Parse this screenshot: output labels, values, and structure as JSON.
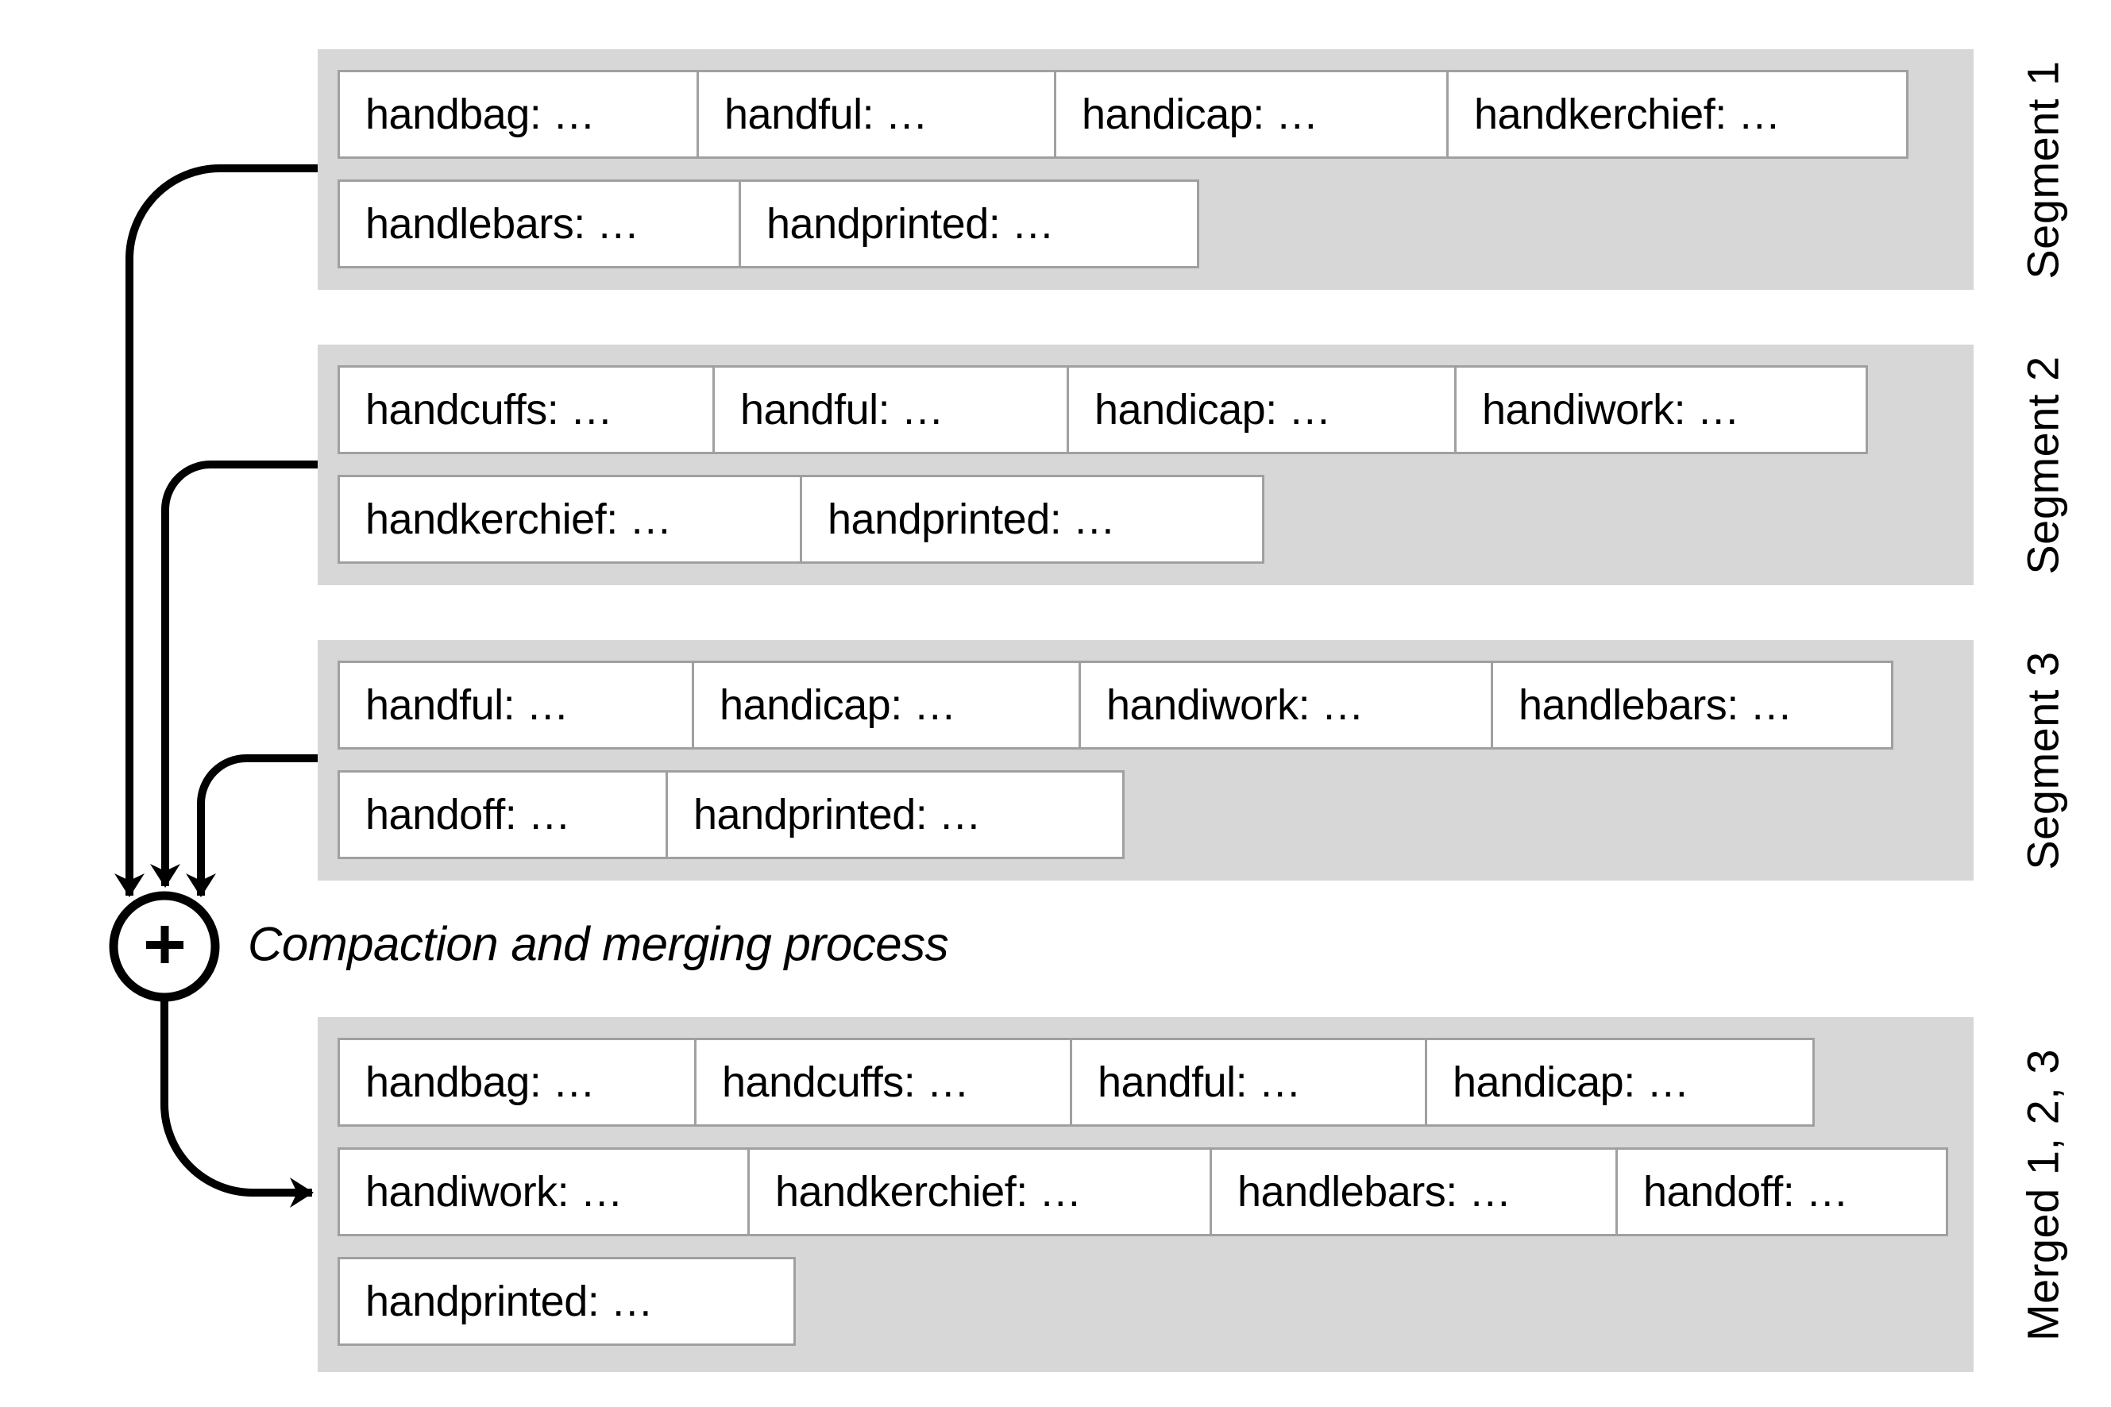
{
  "figure": {
    "type": "diagram",
    "caption": "Compaction and merging process",
    "merge_operator": "+",
    "segments": [
      {
        "label": "Segment 1",
        "rows": [
          [
            "handbag: …",
            "handful: …",
            "handicap: …",
            "handkerchief: …"
          ],
          [
            "handlebars: …",
            "handprinted: …"
          ]
        ]
      },
      {
        "label": "Segment 2",
        "rows": [
          [
            "handcuffs: …",
            "handful: …",
            "handicap: …",
            "handiwork: …"
          ],
          [
            "handkerchief: …",
            "handprinted: …"
          ]
        ]
      },
      {
        "label": "Segment 3",
        "rows": [
          [
            "handful: …",
            "handicap: …",
            "handiwork: …",
            "handlebars: …"
          ],
          [
            "handoff: …",
            "handprinted: …"
          ]
        ]
      },
      {
        "label": "Merged 1, 2, 3",
        "rows": [
          [
            "handbag: …",
            "handcuffs: …",
            "handful: …",
            "handicap: …"
          ],
          [
            "handiwork: …",
            "handkerchief: …",
            "handlebars: …",
            "handoff: …"
          ],
          [
            "handprinted: …"
          ]
        ]
      }
    ],
    "colors": {
      "band_background": "#d7d7d7",
      "box_border": "#a0a0a0",
      "box_fill": "#ffffff",
      "line": "#000000",
      "text": "#000000"
    }
  }
}
